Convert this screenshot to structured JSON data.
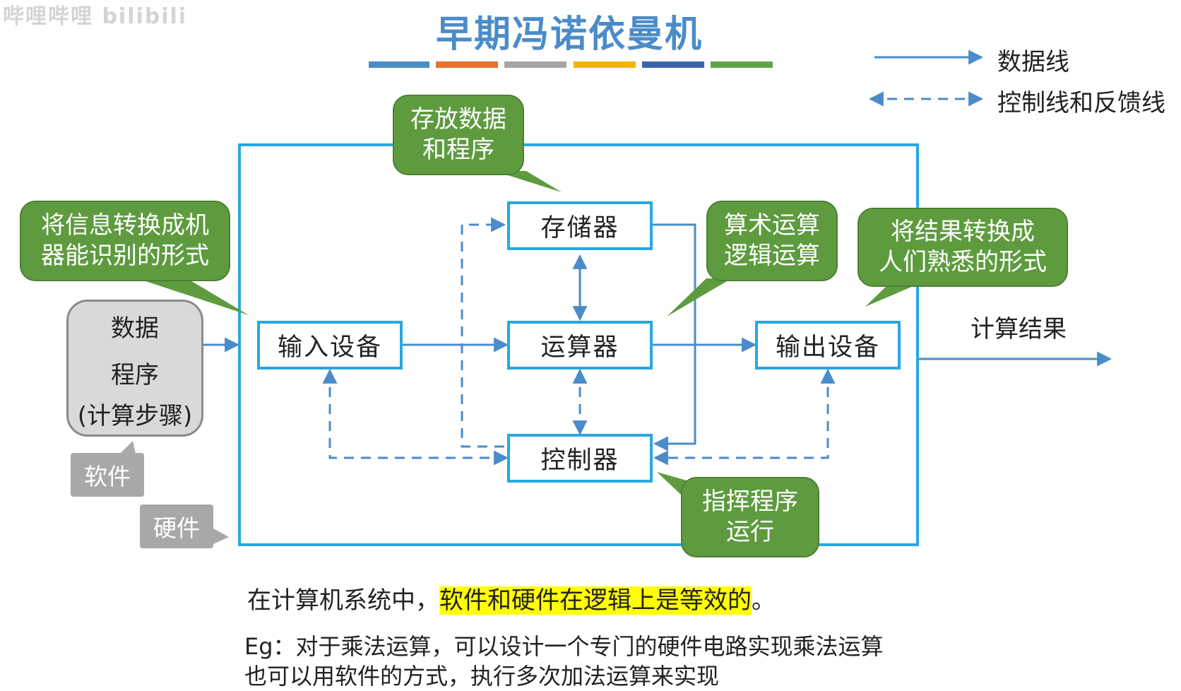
{
  "watermark": "哔哩哔哩 bilibili",
  "title": "早期冯诺依曼机",
  "colorbar": [
    "#4a8cc9",
    "#e8702a",
    "#a5a5a5",
    "#f5b400",
    "#3b64ae",
    "#5ea645"
  ],
  "legend": {
    "data_line": "数据线",
    "control_line": "控制线和反馈线"
  },
  "components": {
    "memory": "存储器",
    "alu": "运算器",
    "controller": "控制器",
    "input": "输入设备",
    "output": "输出设备"
  },
  "callouts": {
    "memory": [
      "存放数据",
      "和程序"
    ],
    "input": [
      "将信息转换成机",
      "器能识别的形式"
    ],
    "alu": [
      "算术运算",
      "逻辑运算"
    ],
    "output": [
      "将结果转换成",
      "人们熟悉的形式"
    ],
    "controller": [
      "指挥程序",
      "运行"
    ]
  },
  "software_box": {
    "line1": "数据",
    "line2": "程序",
    "line3": "(计算步骤)"
  },
  "tags": {
    "software": "软件",
    "hardware": "硬件"
  },
  "result_label": "计算结果",
  "bottom": {
    "sentence_prefix": "在计算机系统中，",
    "sentence_highlight": "软件和硬件在逻辑上是等效的",
    "sentence_suffix": "。",
    "eg_label": "Eg",
    "eg_line1": "：对于乘法运算，可以设计一个专门的硬件电路实现乘法运算",
    "eg_line2": "也可以用软件的方式，执行多次加法运算来实现"
  },
  "colors": {
    "box_border": "#29a7df",
    "arrow": "#4a8cc9",
    "callout_green": "#5e9b3f",
    "title_blue": "#4a8cc9",
    "highlight": "#ffff00"
  }
}
